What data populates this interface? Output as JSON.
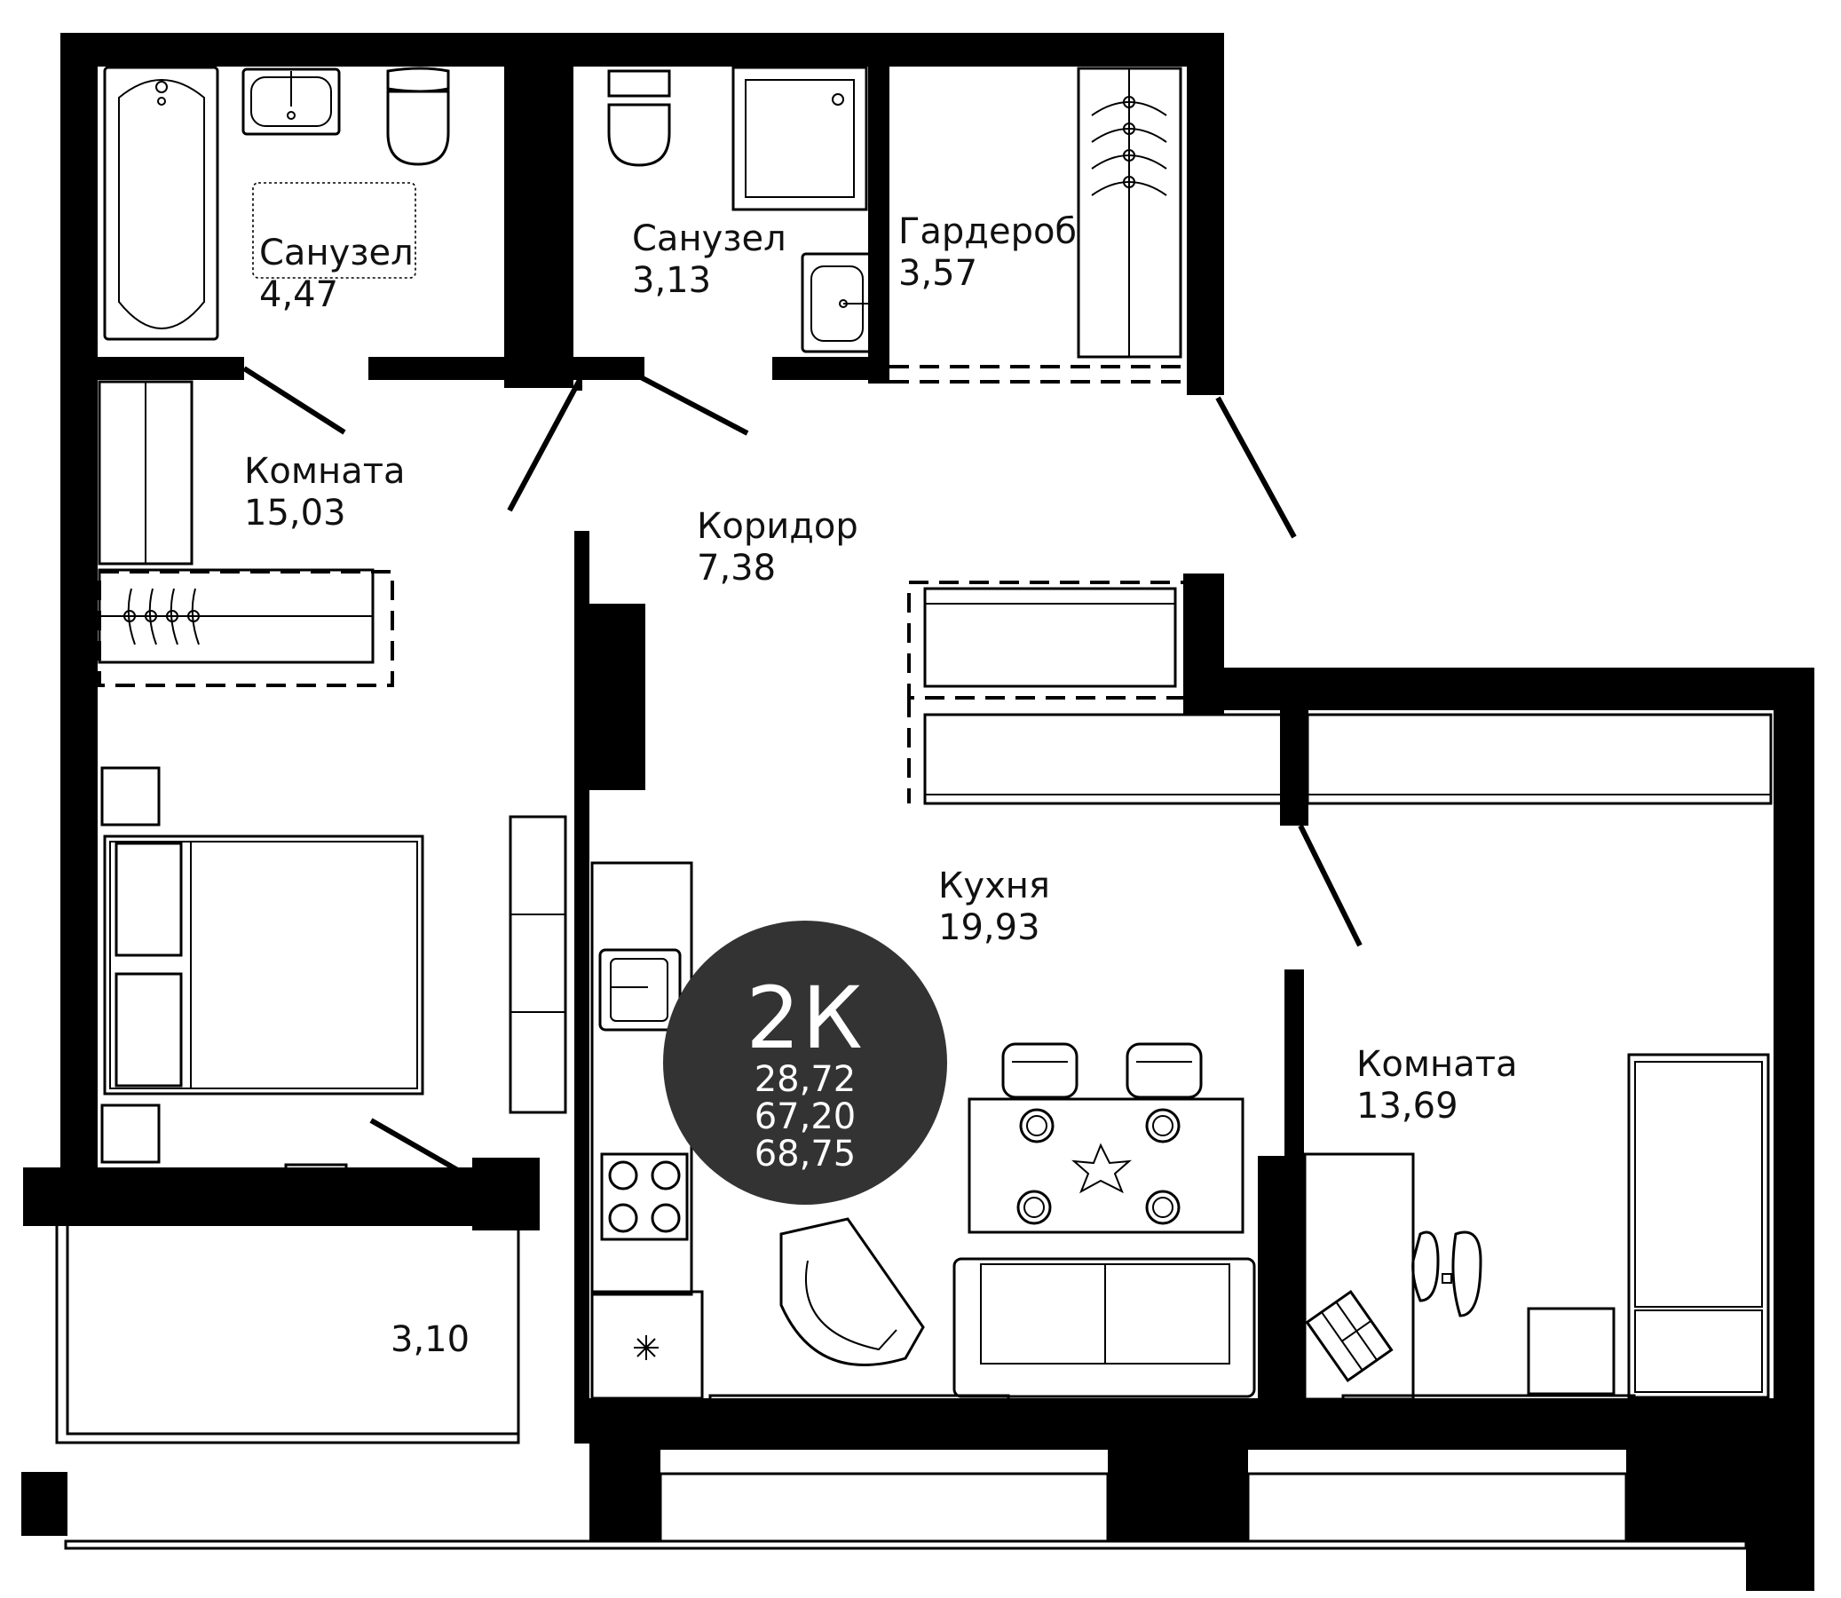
{
  "apartment": {
    "type": "2К",
    "areas": [
      "28,72",
      "67,20",
      "68,75"
    ]
  },
  "rooms": [
    {
      "name": "Санузел",
      "area": "4,47"
    },
    {
      "name": "Санузел",
      "area": "3,13"
    },
    {
      "name": "Гардероб",
      "area": "3,57"
    },
    {
      "name": "Комната",
      "area": "15,03"
    },
    {
      "name": "Коридор",
      "area": "7,38"
    },
    {
      "name": "Кухня",
      "area": "19,93"
    },
    {
      "name": "Комната",
      "area": "13,69"
    }
  ],
  "balcony": {
    "area": "3,10"
  },
  "colors": {
    "walls": "#000000",
    "badge": "#333333",
    "badge_text": "#ffffff",
    "background": "#ffffff"
  }
}
